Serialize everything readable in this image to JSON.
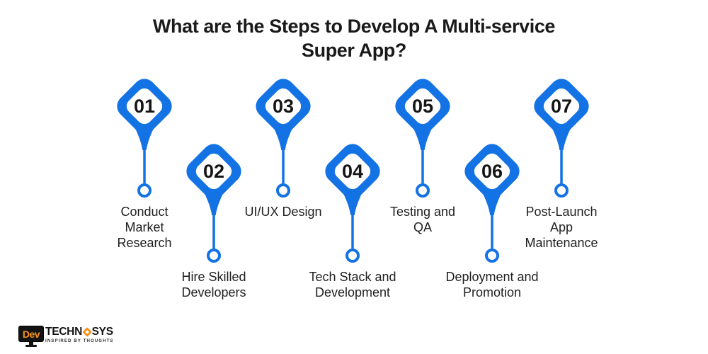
{
  "header": {
    "title": "What are the Steps to Develop A Multi-service\nSuper App?"
  },
  "steps": [
    {
      "number": "01",
      "label": "Conduct\nMarket\nResearch"
    },
    {
      "number": "02",
      "label": "Hire Skilled\nDevelopers"
    },
    {
      "number": "03",
      "label": "UI/UX Design"
    },
    {
      "number": "04",
      "label": "Tech Stack and\nDevelopment"
    },
    {
      "number": "05",
      "label": "Testing and\nQA"
    },
    {
      "number": "06",
      "label": "Deployment and\nPromotion"
    },
    {
      "number": "07",
      "label": "Post-Launch\nApp\nMaintenance"
    }
  ],
  "logo": {
    "screen_text": "Dev",
    "brand_part1": "TECHN",
    "brand_part2": "SYS",
    "tagline": "INSPIRED BY THOUGHTS"
  },
  "colors": {
    "accent_blue": "#1372e4",
    "number_black": "#151515",
    "title_black": "#1a1a1a",
    "label_black": "#1f1f1f",
    "logo_orange": "#f7941e",
    "logo_black": "#131313"
  }
}
